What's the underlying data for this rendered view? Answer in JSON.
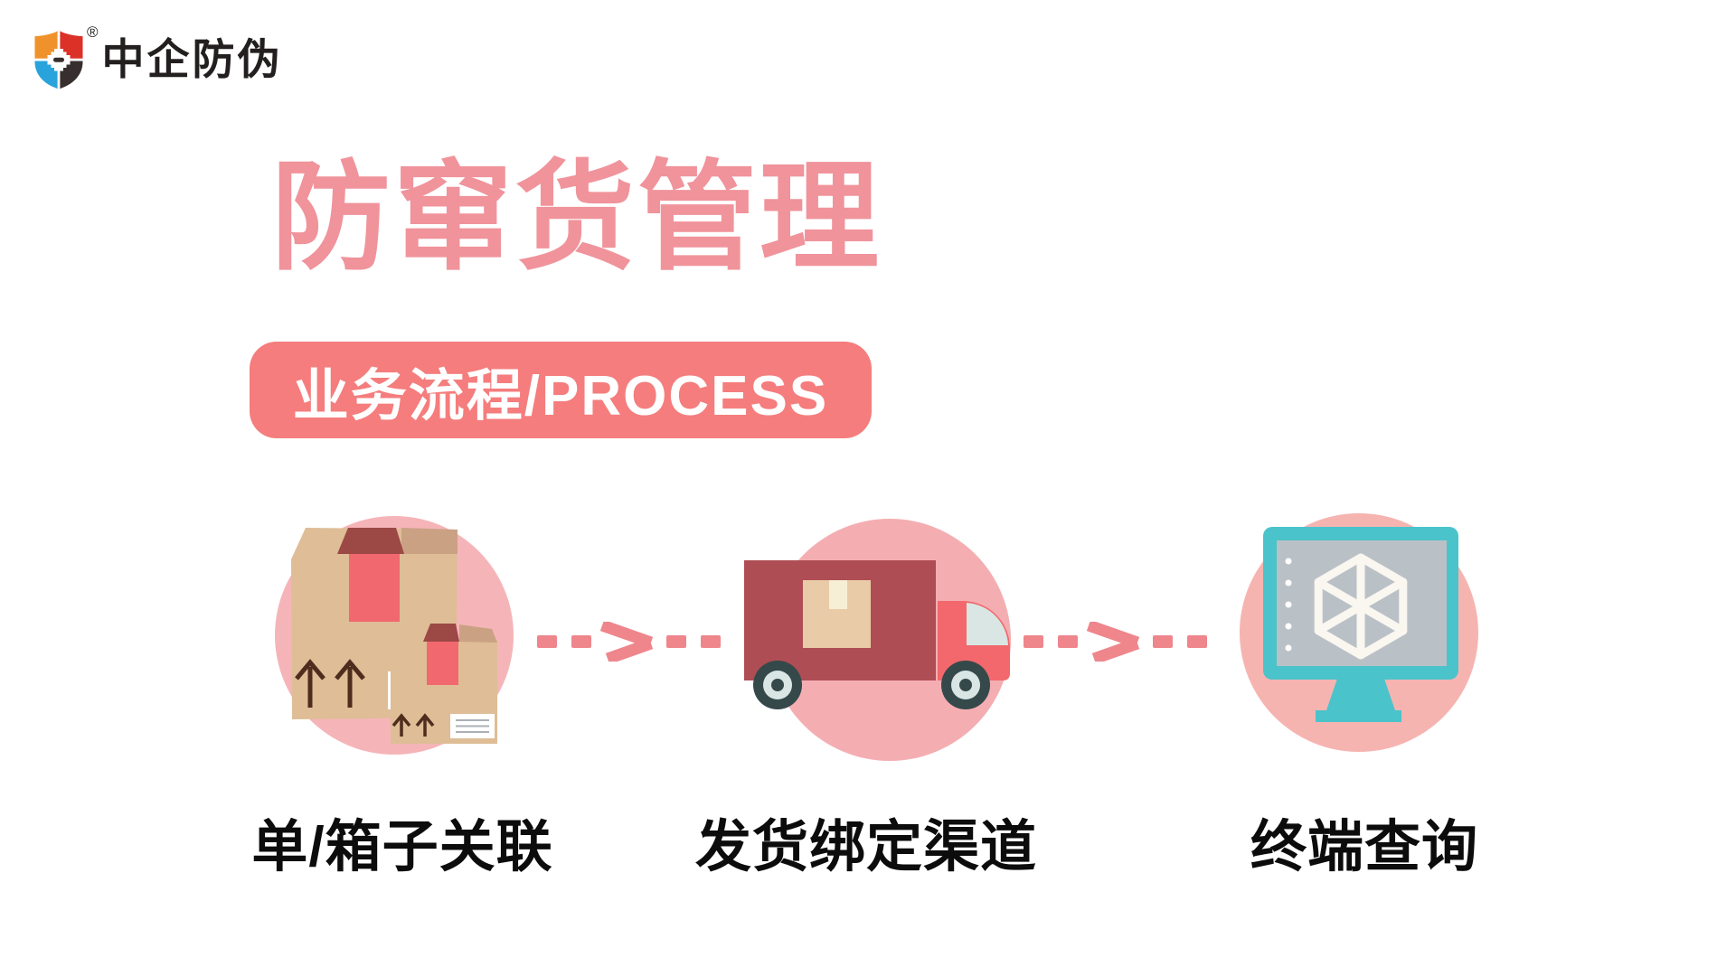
{
  "logo": {
    "brand_name": "中企防伪",
    "registered_mark": "®",
    "shield_colors": {
      "top_left": "#F0922B",
      "top_right": "#DC3126",
      "bottom_left": "#29A3DC",
      "bottom_right": "#362F2D"
    }
  },
  "hero": {
    "title": "防窜货管理",
    "title_color": "#F0939B",
    "badge_label": "业务流程/PROCESS",
    "badge_color": "#F57D7D"
  },
  "process": {
    "connector_style": "dashed-arrow-right",
    "connector_color": "#EE868C",
    "steps": [
      {
        "label": "单/箱子关联",
        "icon": "packages-icon",
        "circle_color": "#F5B5B8"
      },
      {
        "label": "发货绑定渠道",
        "icon": "delivery-truck-icon",
        "circle_color": "#F4AEB2"
      },
      {
        "label": "终端查询",
        "icon": "terminal-monitor-icon",
        "circle_color": "#F6B4B1"
      }
    ]
  },
  "palette": {
    "carton_tan": "#DEBD97",
    "carton_flap": "#CBA184",
    "accent_red": "#F2686F",
    "accent_dark_red": "#9C4845",
    "truck_body": "#AF4D55",
    "wheel_dark": "#35494B",
    "wheel_light": "#D9E6E4",
    "monitor_teal": "#4BC3CB",
    "screen_gray": "#BAC1C6",
    "cube_white": "#FAF6F0"
  }
}
